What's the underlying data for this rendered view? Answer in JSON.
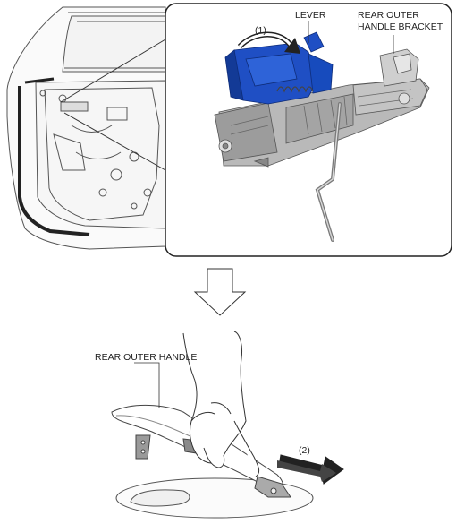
{
  "labels": {
    "lever": "LEVER",
    "bracket_line1": "REAR OUTER",
    "bracket_line2": "HANDLE BRACKET",
    "handle": "REAR OUTER HANDLE",
    "step1": "(1)",
    "step2": "(2)"
  },
  "colors": {
    "lever": "#1f4fc4",
    "lever_dark": "#133a96",
    "bracket": "#a9a9a9",
    "line": "#333333"
  },
  "icons": {
    "transition": "down-arrow-outline-icon",
    "rotation": "curved-arrow-icon",
    "pull": "block-arrow-icon"
  }
}
